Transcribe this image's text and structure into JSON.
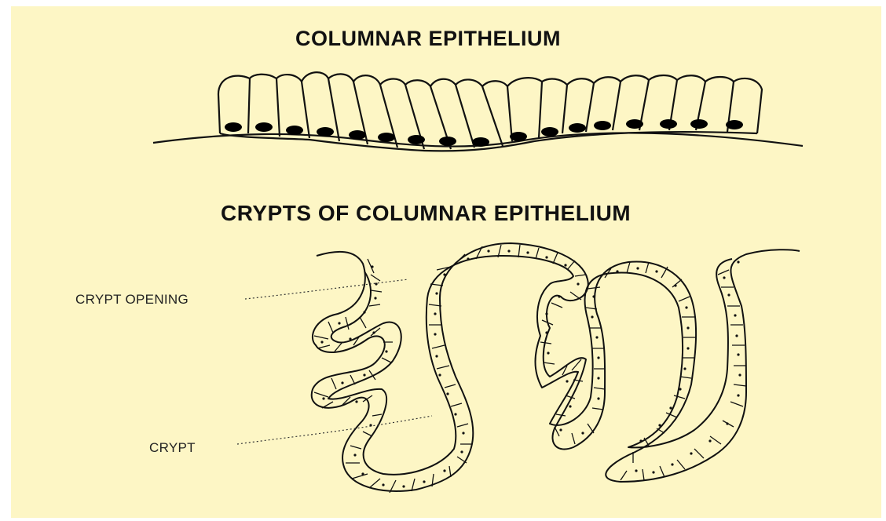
{
  "titles": {
    "top": "COLUMNAR EPITHELIUM",
    "bottom": "CRYPTS OF COLUMNAR EPITHELIUM"
  },
  "labels": {
    "crypt_opening": "CRYPT OPENING",
    "crypt": "CRYPT"
  },
  "colors": {
    "background": "#fdf6c5",
    "line": "#111111",
    "nucleus": "#000000"
  }
}
